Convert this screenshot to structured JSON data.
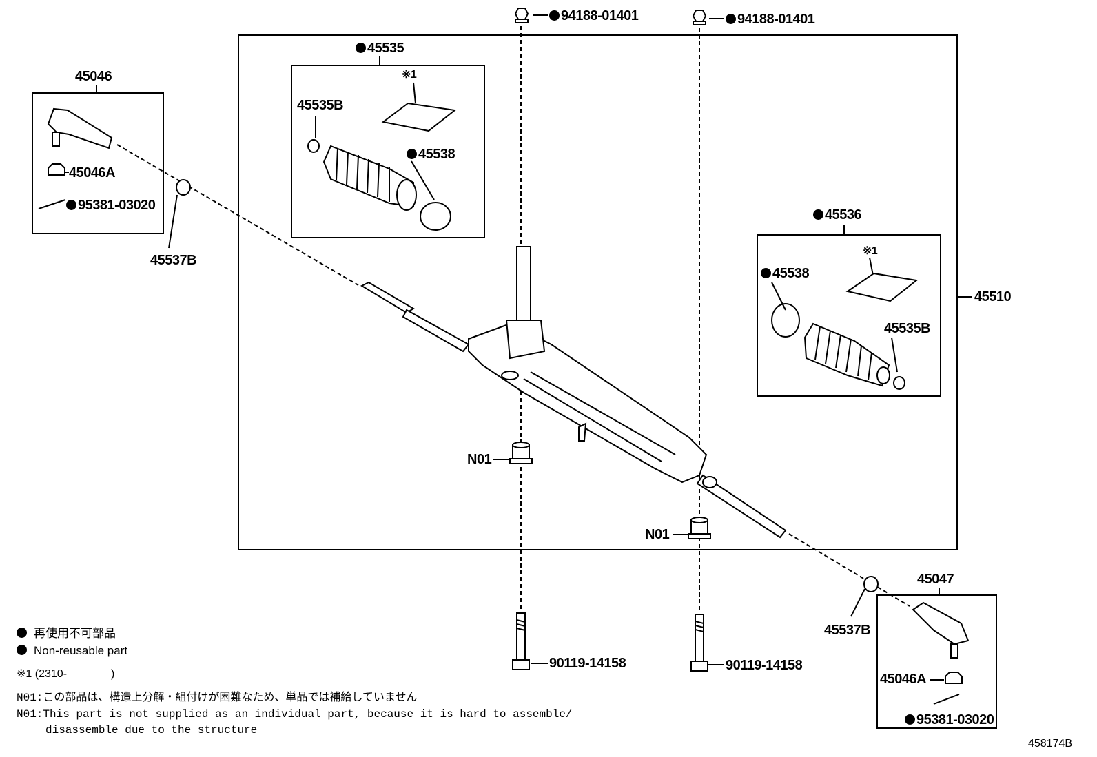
{
  "callouts": {
    "tie_rod_end_lh": "45046",
    "tie_rod_end_rh": "45047",
    "castle_nut_lh": "45046A",
    "castle_nut_rh": "45046A",
    "cotter_pin_lh": "95381-03020",
    "cotter_pin_rh": "95381-03020",
    "lock_nut_lh": "45537B",
    "lock_nut_rh": "45537B",
    "boot_set_lh": "45535",
    "boot_set_rh": "45536",
    "boot_clip_lh": "45535B",
    "boot_clip_rh": "45535B",
    "boot_band_lh": "45538",
    "boot_band_rh": "45538",
    "grease_lh": "※1",
    "grease_rh": "※1",
    "rack_assembly": "45510",
    "nut_left": "94188-01401",
    "nut_right": "94188-01401",
    "bushing_left": "N01",
    "bushing_right": "N01",
    "bolt_left": "90119-14158",
    "bolt_right": "90119-14158"
  },
  "legend": {
    "non_reusable_jp": "再使用不可部品",
    "non_reusable_en": "Non-reusable part",
    "note1_prefix": "※1",
    "note1_text": "(2310-",
    "note1_close": ")",
    "n01_jp_prefix": "N01:",
    "n01_jp": "この部品は、構造上分解・組付けが困難なため、単品では補給していません",
    "n01_en_prefix": "N01:",
    "n01_en_line1": "This part is not supplied as an individual part, because it is hard to assemble/",
    "n01_en_line2": "disassemble due to the structure"
  },
  "figure_id": "458174B"
}
